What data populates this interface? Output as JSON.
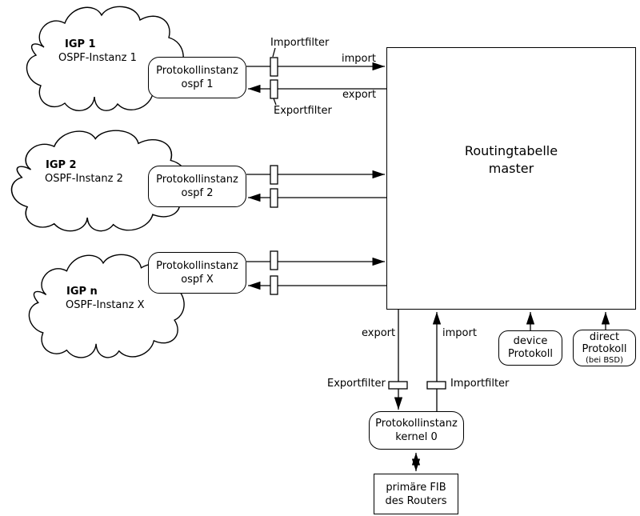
{
  "diagram": {
    "background_color": "#ffffff",
    "stroke_color": "#000000"
  },
  "clouds": [
    {
      "name": "IGP 1",
      "instance": "OSPF-Instanz 1"
    },
    {
      "name": "IGP 2",
      "instance": "OSPF-Instanz 2"
    },
    {
      "name": "IGP n",
      "instance": "OSPF-Instanz X"
    }
  ],
  "protocol_instances": [
    {
      "line1": "Protokollinstanz",
      "line2": "ospf 1"
    },
    {
      "line1": "Protokollinstanz",
      "line2": "ospf 2"
    },
    {
      "line1": "Protokollinstanz",
      "line2": "ospf X"
    }
  ],
  "routing_table": {
    "line1": "Routingtabelle",
    "line2": "master"
  },
  "top_filters": {
    "import_filter_label": "Importfilter",
    "export_filter_label": "Exportfilter",
    "import_edge_label": "import",
    "export_edge_label": "export"
  },
  "bottom": {
    "export_edge_label": "export",
    "import_edge_label": "import",
    "export_filter_label": "Exportfilter",
    "import_filter_label": "Importfilter",
    "device_protocol": {
      "line1": "device",
      "line2": "Protokoll"
    },
    "direct_protocol": {
      "line1": "direct",
      "line2": "Protokoll",
      "line3": "(bei BSD)"
    },
    "kernel_instance": {
      "line1": "Protokollinstanz",
      "line2": "kernel 0"
    },
    "fib": {
      "line1": "primäre FIB",
      "line2": "des Routers"
    }
  }
}
